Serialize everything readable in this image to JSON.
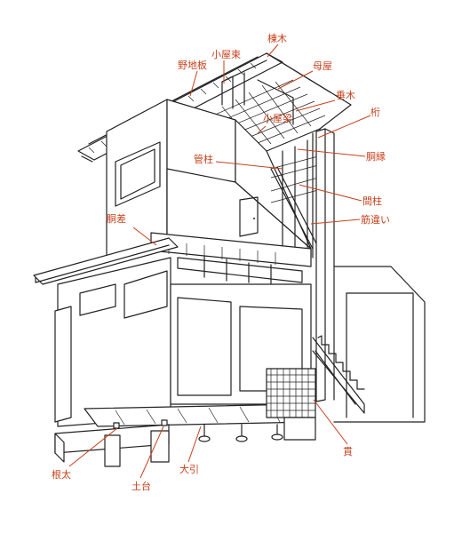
{
  "diagram": {
    "colors": {
      "label": "#c8401c",
      "line": "#222222",
      "background": "#ffffff"
    },
    "labels": {
      "munagi": "棟木",
      "nojiita": "野地板",
      "koyazuka": "小屋束",
      "moya": "母屋",
      "taruki": "垂木",
      "keta": "桁",
      "koyabari": "小屋梁",
      "kudabashira": "管柱",
      "doubuchi": "胴縁",
      "mabashira": "間柱",
      "sujikai": "筋違い",
      "dousa": "胴差",
      "nuki": "貫",
      "neda": "根太",
      "ooбiki": "大引",
      "dodai": "土台"
    }
  }
}
